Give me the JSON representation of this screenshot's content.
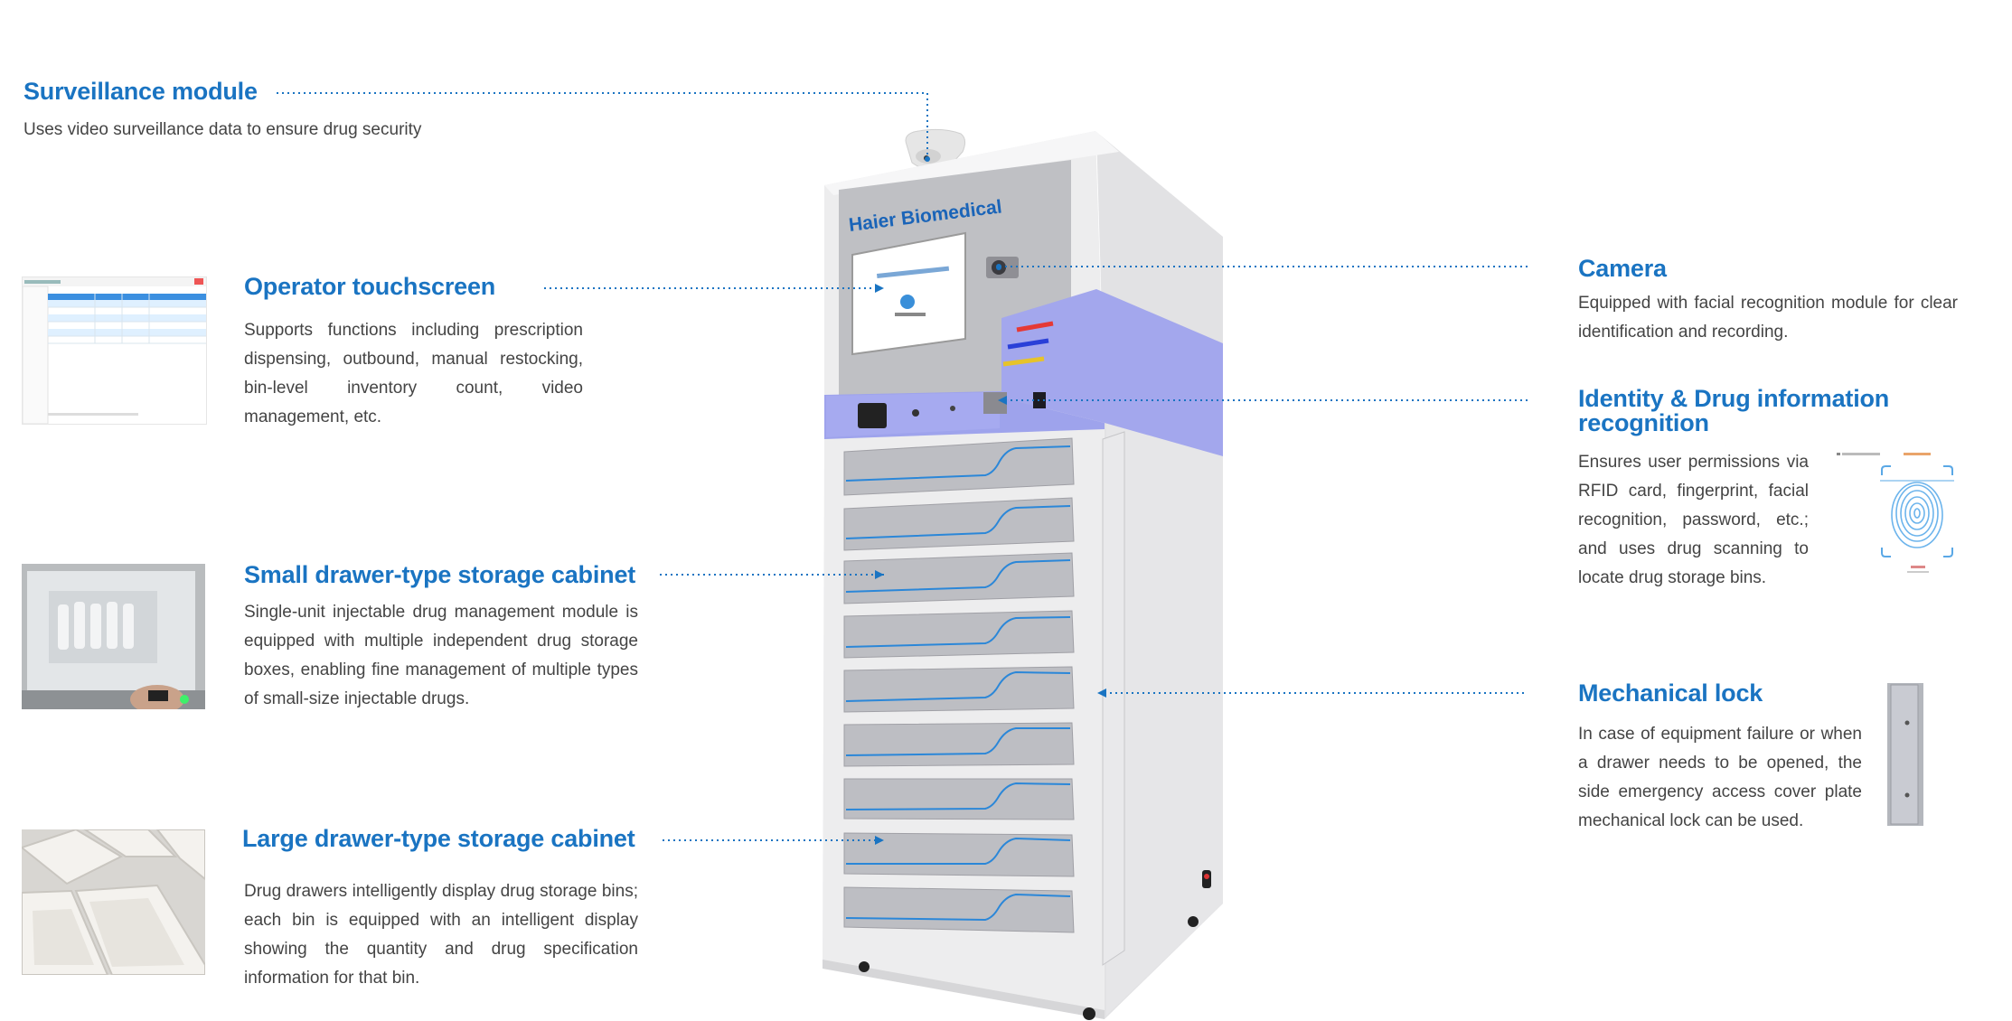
{
  "brand": "Haier Biomedical",
  "features": {
    "surveillance": {
      "title": "Surveillance module",
      "desc": "Uses video surveillance data to ensure drug security"
    },
    "touchscreen": {
      "title": "Operator touchscreen",
      "desc": "Supports functions including prescription dispensing, outbound, manual restocking, bin-level inventory count, video management, etc."
    },
    "small_drawer": {
      "title": "Small drawer-type storage cabinet",
      "desc": "Single-unit injectable drug management module is equipped with multiple independent drug storage boxes, enabling fine management of multiple types of small-size injectable drugs."
    },
    "large_drawer": {
      "title": "Large drawer-type storage cabinet",
      "desc": "Drug drawers intelligently display drug storage bins; each bin is equipped with an intelligent display showing the quantity and drug specification information for that bin."
    },
    "camera": {
      "title": "Camera",
      "desc": "Equipped with facial recognition module for clear identification and recording."
    },
    "identity": {
      "title": "Identity & Drug information recognition",
      "desc": "Ensures user permissions via RFID card, fingerprint, facial recognition, password, etc.; and uses drug scanning to locate drug storage bins."
    },
    "lock": {
      "title": "Mechanical lock",
      "desc": "In case of equipment failure or when a drawer needs to be opened, the side emergency access cover plate mechanical lock can be used."
    }
  },
  "colors": {
    "accent": "#1a74c2",
    "panel": "#a4a9ee",
    "cabinet": "#ececec",
    "text": "#444444"
  }
}
